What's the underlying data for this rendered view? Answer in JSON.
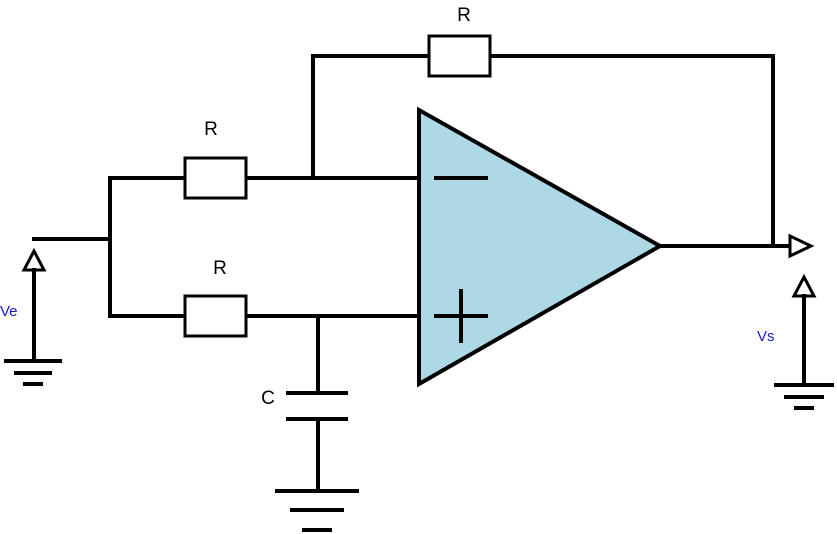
{
  "labels": {
    "r_feedback": "R",
    "r_inverting": "R",
    "r_noninverting": "R",
    "capacitor": "C",
    "v_in": "Ve",
    "v_out": "Vs"
  },
  "colors": {
    "opamp_fill": "#add8e6",
    "wire": "#000000",
    "voltage_label": "#1a1acc"
  },
  "symbols": {
    "inverting_input": "minus-sign",
    "noninverting_input": "plus-sign"
  }
}
